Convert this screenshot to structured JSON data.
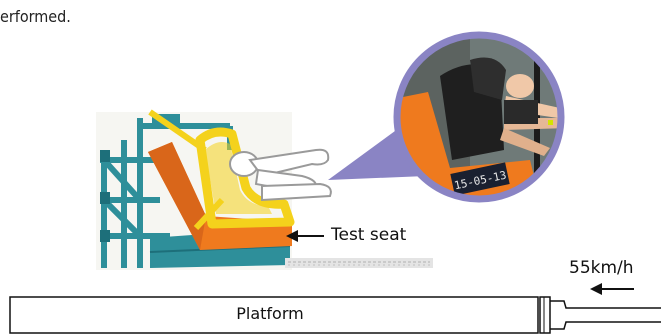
{
  "caption": "erformed.",
  "labels": {
    "test_seat": "Test seat",
    "speed": "55km/h",
    "platform": "Platform"
  },
  "inset_stamp": "15-05-13",
  "colors": {
    "frame": "#2e8f9a",
    "seat_orange": "#ef7a1e",
    "child_seat_yellow": "#f4d21c",
    "inset_ring": "#8a84c4"
  }
}
